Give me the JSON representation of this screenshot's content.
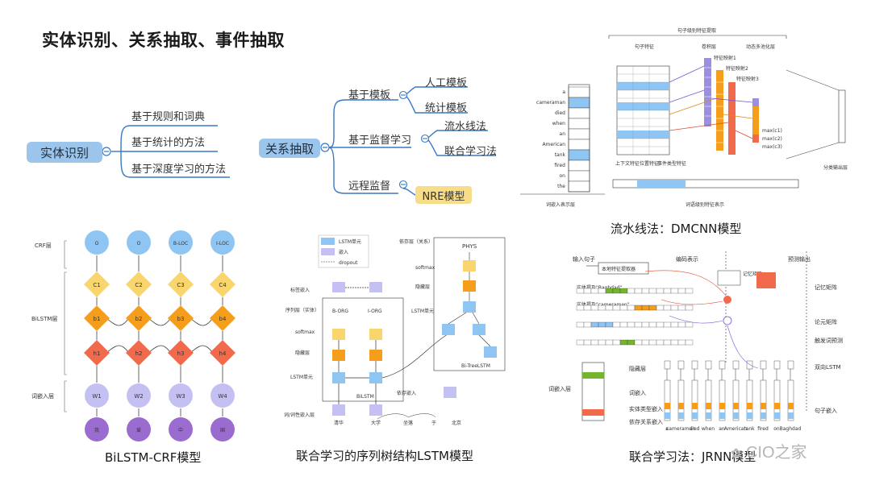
{
  "slide_title": "实体识别、关系抽取、事件抽取",
  "entity_tree": {
    "root": "实体识别",
    "children": [
      "基于规则和词典",
      "基于统计的方法",
      "基于深度学习的方法"
    ]
  },
  "relation_tree": {
    "root": "关系抽取",
    "branches": [
      {
        "label": "基于模板",
        "children": [
          "人工模板",
          "统计模板"
        ]
      },
      {
        "label": "基于监督学习",
        "children": [
          "流水线法",
          "联合学习法"
        ]
      },
      {
        "label": "远程监督",
        "children": [
          "NRE模型"
        ]
      }
    ]
  },
  "captions": {
    "dmcnn": "流水线法：DMCNN模型",
    "bilstm_crf": "BiLSTM-CRF模型",
    "lstm_tree": "联合学习的序列树结构LSTM模型",
    "jrnn": "联合学习法：JRNN模型"
  },
  "bilstm_crf": {
    "layers": [
      "CRF层",
      "BiLSTM层",
      "词嵌入层"
    ],
    "crf_tags": [
      "O",
      "O",
      "B-LOC",
      "I-LOC"
    ],
    "c_labels": [
      "C1",
      "C2",
      "C3",
      "C4"
    ],
    "b_labels": [
      "b1",
      "b2",
      "b3",
      "b4"
    ],
    "h_labels": [
      "h1",
      "h2",
      "h3",
      "h4"
    ],
    "w_labels": [
      "W1",
      "W2",
      "W3",
      "W4"
    ],
    "chars": [
      "我",
      "爱",
      "中",
      "国"
    ]
  },
  "lstm_tree": {
    "legend": [
      "LSTM单元",
      "嵌入",
      "dropout"
    ],
    "left_labels": [
      "标签嵌入",
      "序列层（实体）",
      "softmax",
      "隐藏层",
      "LSTM单元",
      "词/词性嵌入层"
    ],
    "entity_tags": [
      "B-ORG",
      "I-ORG"
    ],
    "bilstm_label": "BiLSTM",
    "dep_labels": [
      "依存层（关系）",
      "softmax",
      "隐藏层",
      "LSTM单元"
    ],
    "relation": "PHYS",
    "dep_embed": "依存嵌入",
    "bitree": "Bi-TreeLSTM",
    "words": [
      "清华",
      "大学",
      "坐落",
      "于",
      "北京"
    ]
  },
  "dmcnn": {
    "top_label": "句子级别特征提取",
    "headers": [
      "句子特征",
      "卷积层",
      "动态多池化层"
    ],
    "tokens": [
      "a",
      "cameraman",
      "died",
      "when",
      "an",
      "American",
      "tank",
      "fired",
      "on",
      "the"
    ],
    "feature_labels": [
      "上下文特征",
      "位置特征",
      "事件类型特征"
    ],
    "map_labels": [
      "特征映射1",
      "特征映射2",
      "特征映射3"
    ],
    "pool_labels": [
      "max(c1)",
      "max(c2)",
      "max(c3)"
    ],
    "bottom_left": "词嵌入表示层",
    "bottom_mid": "词语级别特征表示",
    "right": "分类输出层"
  },
  "jrnn": {
    "top_labels": [
      "输入句子",
      "编码表示",
      "预测输出"
    ],
    "feature_box": "本地特征提取器",
    "memory": "记忆矩阵",
    "rows": [
      "实体提及\"Baghdad\"",
      "实体提及\"cameraman\""
    ],
    "right_labels": [
      "记忆矩阵",
      "论元矩阵",
      "触发词预测",
      "双向LSTM",
      "句子嵌入"
    ],
    "left_labels": [
      "词嵌入层",
      "隐藏层",
      "词嵌入",
      "实体类型嵌入",
      "依存关系嵌入"
    ],
    "words": [
      "a",
      "cameraman",
      "died",
      "when",
      "an",
      "American",
      "tank",
      "fired",
      "on",
      "Baghdad"
    ]
  },
  "watermark": "CIO之家",
  "colors": {
    "blue_node": "#8ec5f2",
    "yellow_node": "#f9d56e",
    "orange_node": "#f59e1c",
    "red_node": "#f16a4b",
    "lavender_node": "#c5c0f2",
    "purple_node": "#9b6ccf",
    "root_fill": "#9cc5ec",
    "tag_fill": "#f7dc8a"
  }
}
